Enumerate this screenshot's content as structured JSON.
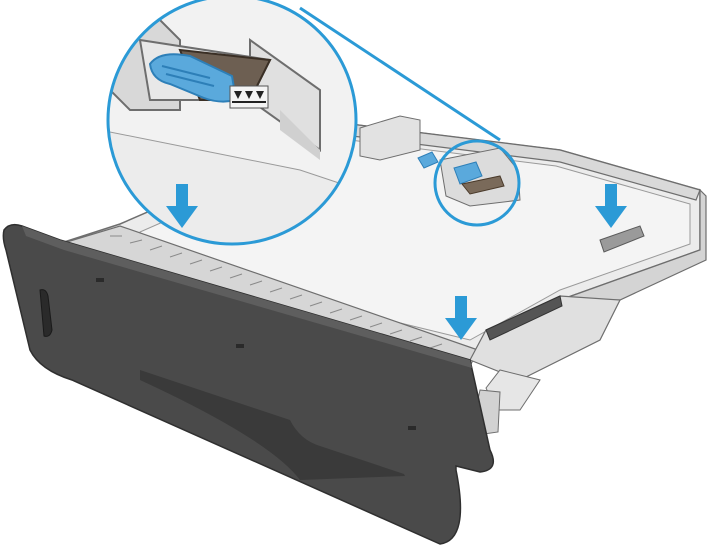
{
  "illustration": {
    "subject": "paper-tray",
    "colors": {
      "tray_front": "#4a4a4a",
      "tray_front_edge": "#2f2f2f",
      "tray_body": "#e8e8e8",
      "tray_body_shade": "#cfcfcf",
      "tray_outline": "#6e6e6e",
      "guide_accent": "#5aa9dc",
      "guide_accent_dark": "#2d7fb8",
      "arrow": "#2b9ad6",
      "callout_ring": "#2b9ad6",
      "callout_fill": "#f0f0f0"
    },
    "arrows": [
      {
        "name": "down-arrow-rear-left",
        "direction": "down"
      },
      {
        "name": "down-arrow-rear-right",
        "direction": "down"
      },
      {
        "name": "down-arrow-front",
        "direction": "down"
      }
    ],
    "callout": {
      "zoom_target": "paper-height-limit-marks"
    }
  }
}
